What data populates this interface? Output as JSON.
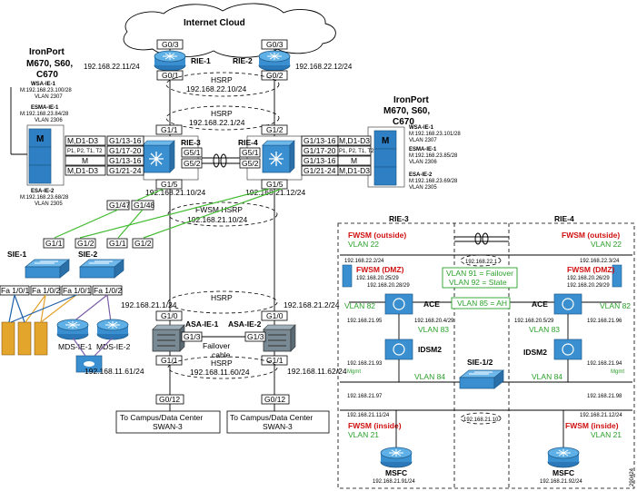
{
  "cloud": {
    "label": "Internet Cloud"
  },
  "rie1": {
    "name": "RIE-1",
    "top_port": "G0/3",
    "bottom_port": "G0/1",
    "ip": "192.168.22.11/24"
  },
  "rie2": {
    "name": "RIE-2",
    "top_port": "G0/3",
    "bottom_port": "G0/2",
    "ip": "192.168.22.12/24"
  },
  "hsrp_top": {
    "label": "HSRP",
    "ip": "192.168.22.10/24"
  },
  "hsrp_mid": {
    "label": "HSRP",
    "ip": "192.168.22.1/24"
  },
  "rie3": {
    "name": "RIE-3",
    "top_port": "G1/1",
    "p1": "G5/1",
    "p2": "G5/2",
    "bottom_port": "G1/5",
    "ip": "192.168.21.10/24",
    "g47": "G1/47",
    "g48": "G1/48",
    "ports": [
      "G1/13-16",
      "G1/17-20",
      "G1/13-16",
      "G1/21-24"
    ]
  },
  "rie4": {
    "name": "RIE-4",
    "top_port": "G1/2",
    "p1": "G5/1",
    "p2": "G5/2",
    "bottom_port": "G1/5",
    "ip": "192.168.21.12/24",
    "ports": [
      "G1/13-16",
      "G1/17-20",
      "G1/13-16",
      "G1/21-24"
    ]
  },
  "left_ironport": {
    "title1": "IronPort",
    "title2": "M670, S60,",
    "title3": "C670",
    "wsa_name": "WSA-IE-1",
    "wsa_ip": "M:192.168.23.100/28",
    "wsa_vlan": "VLAN 2307",
    "esma_name": "ESMA-IE-1",
    "esma_ip": "M:192.168.23.84/28",
    "esma_vlan": "VLAN 2306",
    "esa_name": "ESA-IE-2",
    "esa_ip": "M:192.168.23.68/28",
    "esa_vlan": "VLAN 2305",
    "ports": [
      "M,D1-D3",
      "P1, P2, T1, T2",
      "M",
      "M,D1-D3"
    ]
  },
  "right_ironport": {
    "title1": "IronPort",
    "title2": "M670, S60,",
    "title3": "C670",
    "wsa_name": "WSA-IE-1",
    "wsa_ip": "M:192.168.23.101/28",
    "wsa_vlan": "VLAN 2307",
    "esma_name": "ESMA-IE-1",
    "esma_ip": "M:192.168.23.85/28",
    "esma_vlan": "VLAN 2306",
    "esa_name": "ESA-IE-2",
    "esa_ip": "M:192.168.23.69/28",
    "esa_vlan": "VLAN 2305",
    "ports": [
      "M,D1-D3",
      "P1, P2, T1, T2",
      "M",
      "M,D1-D3"
    ]
  },
  "fwsm_hsrp": {
    "label": "FWSM HSRP",
    "ip": "192.168.21.10/24"
  },
  "sie1": {
    "name": "SIE-1",
    "p1": "G1/1",
    "p2": "G1/2",
    "fa1": "Fa 1/0/1",
    "fa2": "Fa 1/0/2"
  },
  "sie2": {
    "name": "SIE-2",
    "p1": "G1/1",
    "p2": "G1/2",
    "fa1": "Fa 1/0/1",
    "fa2": "Fa 1/0/2"
  },
  "sie_up": {
    "left": "G1/1",
    "right": "G1/2"
  },
  "mds1": {
    "name": "MDS-IE-1"
  },
  "mds2": {
    "name": "MDS-IE-2"
  },
  "hsrp_asa_top": {
    "label": "HSRP",
    "ip_left": "192.168.21.1/24",
    "ip_right": "192.168.21.2/24"
  },
  "asa1": {
    "name": "ASA-IE-1",
    "top": "G1/0",
    "mid": "G1/3",
    "bottom": "G1/1",
    "ip": "192.168.11.61/24"
  },
  "asa2": {
    "name": "ASA-IE-2",
    "top": "G1/0",
    "mid": "G1/3",
    "bottom": "G1/1",
    "ip": "192.168.11.62/24"
  },
  "failover": {
    "l1": "Failover",
    "l2": "cable"
  },
  "hsrp_asa_bottom": {
    "label": "HSRP",
    "ip": "192.168.11.60/24"
  },
  "campus_left": {
    "port": "G0/12",
    "l1": "To Campus/Data Center",
    "l2": "SWAN-3"
  },
  "campus_right": {
    "port": "G0/12",
    "l1": "To Campus/Data Center",
    "l2": "SWAN-3"
  },
  "detail": {
    "rie3": "RIE-3",
    "rie4": "RIE-4",
    "fwsm_out_l": "FWSM (outside)",
    "vlan22_l": "VLAN 22",
    "fwsm_out_r": "FWSM (outside)",
    "vlan22_r": "VLAN 22",
    "ip_22_2": "192.168.22.2/24",
    "ip_22_1": "192.168.22.1",
    "ip_22_3": "192.168.22.3/24",
    "fwsm_dmz_l": "FWSM (DMZ)",
    "fwsm_dmz_r": "FWSM (DMZ)",
    "ip_25_l": "192.168.20.25/29",
    "ip_28_l": "192.168.20.28/29",
    "ip_26_r": "192.168.20.26/29",
    "ip_29_r": "192.168.20.29/29",
    "vlan91": "VLAN 91 = Failover",
    "vlan92": "VLAN 92 = State",
    "vlan82_l": "VLAN 82",
    "vlan82_r": "VLAN 82",
    "ace_l": "ACE",
    "ace_r": "ACE",
    "vlan85": "VLAN 85 = AH",
    "ip_21_95": "192.168.21.95",
    "ip_20_4": "192.168.20.4/29",
    "vlan83_l": "VLAN 83",
    "ip_20_5": "192.168.20.5/29",
    "ip_21_96": "192.168.21.96",
    "vlan83_r": "VLAN 83",
    "idsm_l": "IDSM2",
    "idsm_r": "IDSM2",
    "ip_21_93": "192.168.21.93",
    "mgmt_l": "Mgmt",
    "ip_21_94": "192.168.21.94",
    "mgmt_r": "Mgmt",
    "vlan84_l": "VLAN 84",
    "vlan84_r": "VLAN 84",
    "sie12": "SIE-1/2",
    "ip_21_97": "192.168.21.97",
    "ip_21_98": "192.168.21.98",
    "ip_21_11": "192.168.21.11/24",
    "ip_21_10": "192.168.21.10",
    "ip_21_12": "192.168.21.12/24",
    "fwsm_in_l": "FWSM (inside)",
    "vlan21_l": "VLAN 21",
    "fwsm_in_r": "FWSM (inside)",
    "vlan21_r": "VLAN 21",
    "msfc_l": "MSFC",
    "msfc_ip_l": "192.168.21.91/24",
    "msfc_r": "MSFC",
    "msfc_ip_r": "192.168.21.92/24"
  },
  "figure_id": "290424"
}
